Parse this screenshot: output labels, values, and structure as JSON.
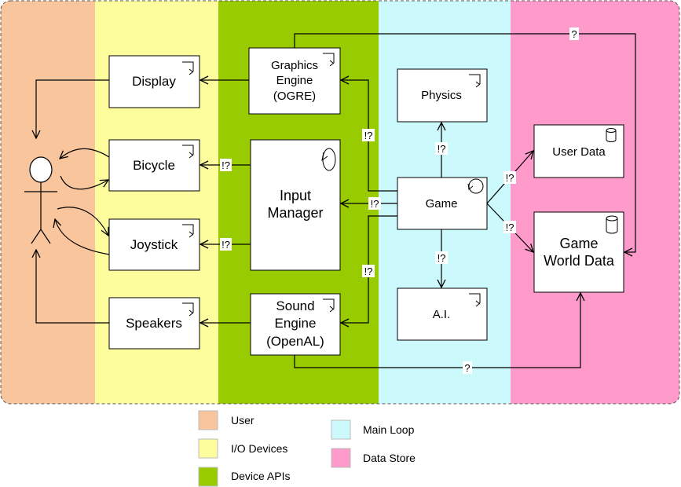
{
  "colors": {
    "user": "#f9c59c",
    "io_devices": "#fdfd9e",
    "device_apis": "#99cc00",
    "main_loop": "#ccf9fc",
    "data_store": "#fe9bcb",
    "box_fill": "#ffffff",
    "stroke": "#000000"
  },
  "nodes": {
    "display": "Display",
    "bicycle": "Bicycle",
    "joystick": "Joystick",
    "speakers": "Speakers",
    "graphics": [
      "Graphics",
      "Engine",
      "(OGRE)"
    ],
    "input": [
      "Input",
      "Manager"
    ],
    "sound": [
      "Sound",
      "Engine",
      "(OpenAL)"
    ],
    "physics": "Physics",
    "game": "Game",
    "ai": "A.I.",
    "user_data": "User Data",
    "world_data": [
      "Game",
      "World Data"
    ]
  },
  "edge_labels": {
    "game_graphics": "!?",
    "game_input": "!?",
    "game_sound": "!?",
    "game_physics": "!?",
    "game_ai": "!?",
    "game_userdata": "!?",
    "game_worlddata": "!?",
    "input_bicycle": "!?",
    "input_joystick": "!?",
    "graphics_worlddata": "?",
    "sound_worlddata": "?"
  },
  "legend": {
    "user": "User",
    "io_devices": "I/O Devices",
    "device_apis": "Device APIs",
    "main_loop": "Main Loop",
    "data_store": "Data Store"
  }
}
